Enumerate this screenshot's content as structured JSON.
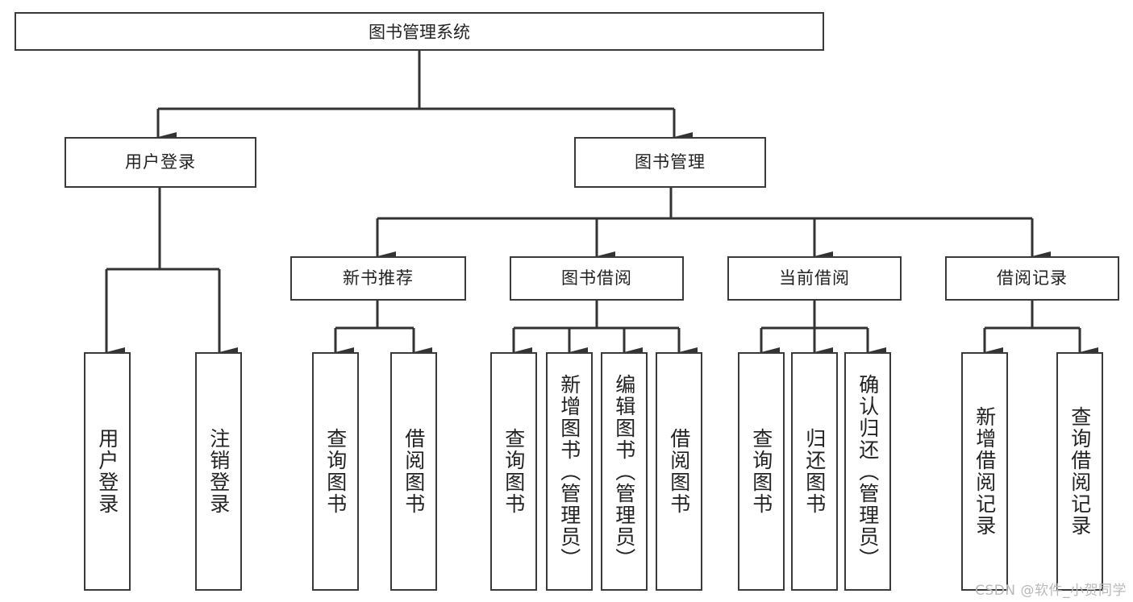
{
  "diagram": {
    "title": "图书管理系统",
    "watermark": "CSDN @软件_小贺同学",
    "colors": {
      "stroke": "#3a3a3a",
      "line": "#333333",
      "text": "#222222",
      "background": "#ffffff",
      "watermark": "#b9b9b9"
    },
    "root": {
      "label": "图书管理系统"
    },
    "level2": [
      {
        "label": "用户登录"
      },
      {
        "label": "图书管理"
      }
    ],
    "level3": [
      {
        "label": "新书推荐"
      },
      {
        "label": "图书借阅"
      },
      {
        "label": "当前借阅"
      },
      {
        "label": "借阅记录"
      }
    ],
    "leaves": {
      "user_login": [
        {
          "label": "用户登录"
        },
        {
          "label": "注销登录"
        }
      ],
      "new_book_recommend": [
        {
          "label": "查询图书"
        },
        {
          "label": "借阅图书"
        }
      ],
      "book_borrow": [
        {
          "label": "查询图书"
        },
        {
          "label": "新增图书（管理员）"
        },
        {
          "label": "编辑图书（管理员）"
        },
        {
          "label": "借阅图书"
        }
      ],
      "current_borrow": [
        {
          "label": "查询图书"
        },
        {
          "label": "归还图书"
        },
        {
          "label": "确认归还（管理员）"
        }
      ],
      "borrow_record": [
        {
          "label": "新增借阅记录"
        },
        {
          "label": "查询借阅记录"
        }
      ]
    }
  }
}
